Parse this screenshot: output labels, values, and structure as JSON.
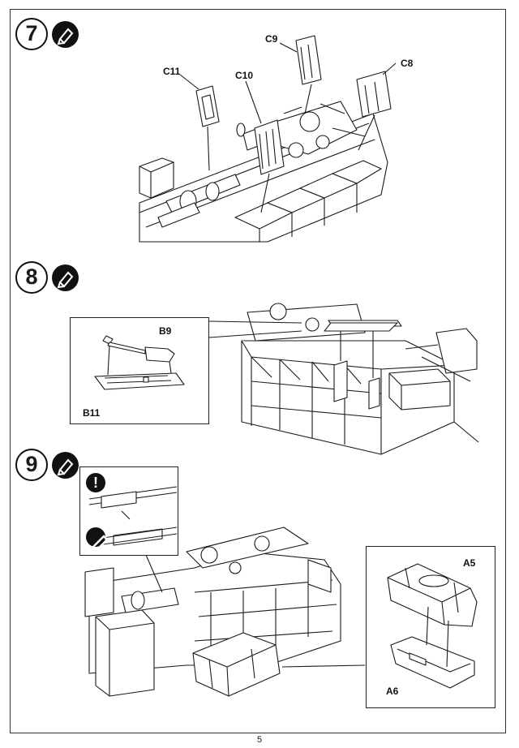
{
  "steps": [
    {
      "number": "7",
      "icon": "cement-glue-icon",
      "parts": [
        "C11",
        "C10",
        "C9",
        "C8"
      ]
    },
    {
      "number": "8",
      "icon": "cement-glue-icon",
      "parts": [
        "B9",
        "B11"
      ]
    },
    {
      "number": "9",
      "icon": "cement-glue-icon",
      "warning_mark": "!",
      "parts": [
        "A5",
        "A6"
      ]
    }
  ],
  "page_number": "5",
  "colors": {
    "line": "#1a1a1a",
    "glue_icon": "#111111",
    "background": "#ffffff"
  }
}
